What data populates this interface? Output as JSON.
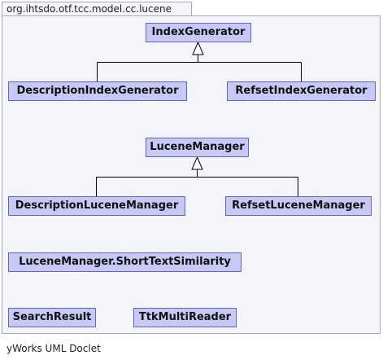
{
  "package": {
    "name": "org.ihtsdo.otf.tcc.model.cc.lucene"
  },
  "classes": {
    "index_generator": "IndexGenerator",
    "description_index_generator": "DescriptionIndexGenerator",
    "refset_index_generator": "RefsetIndexGenerator",
    "lucene_manager": "LuceneManager",
    "description_lucene_manager": "DescriptionLuceneManager",
    "refset_lucene_manager": "RefsetLuceneManager",
    "short_text_similarity": "LuceneManager.ShortTextSimilarity",
    "search_result": "SearchResult",
    "ttk_multi_reader": "TtkMultiReader"
  },
  "relations": [
    {
      "child": "DescriptionIndexGenerator",
      "parent": "IndexGenerator",
      "type": "generalization"
    },
    {
      "child": "RefsetIndexGenerator",
      "parent": "IndexGenerator",
      "type": "generalization"
    },
    {
      "child": "DescriptionLuceneManager",
      "parent": "LuceneManager",
      "type": "generalization"
    },
    {
      "child": "RefsetLuceneManager",
      "parent": "LuceneManager",
      "type": "generalization"
    }
  ],
  "footer": "yWorks UML Doclet",
  "colors": {
    "class_fill": "#c8c8f5",
    "class_border": "#6666b0",
    "package_fill": "#f4f4fb",
    "package_border": "#a8a8b8"
  }
}
